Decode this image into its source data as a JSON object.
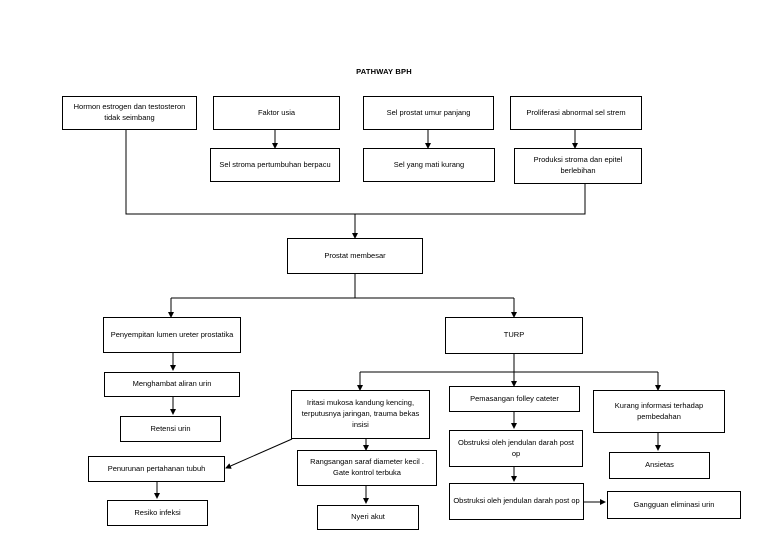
{
  "title": "PATHWAY BPH",
  "nodes": {
    "hormon": "Hormon estrogen dan testosteron tidak seimbang",
    "faktor_usia": "Faktor usia",
    "sel_prostat": "Sel prostat umur panjang",
    "proliferasi": "Proliferasi abnormal sel strem",
    "sel_stroma": "Sel stroma pertumbuhan berpacu",
    "sel_mati": "Sel yang mati kurang",
    "produksi_stroma": "Produksi stroma dan epitel berlebihan",
    "prostat_membesar": "Prostat membesar",
    "penyempitan": "Penyempitan lumen ureter prostatika",
    "turp": "TURP",
    "menghambat": "Menghambat aliran urin",
    "retensi": "Retensi urin",
    "iritasi": "Iritasi mukosa kandung kencing, terputusnya jaringan, trauma bekas insisi",
    "pemasangan": "Pemasangan folley cateter",
    "kurang_informasi": "Kurang informasi terhadap pembedahan",
    "obstruksi_1": "Obstruksi oleh jendulan darah post op",
    "penurunan": "Penurunan pertahanan tubuh",
    "rangsangan": "Rangsangan saraf diameter kecil . Gate kontrol terbuka",
    "ansietas": "Ansietas",
    "obstruksi_2": "Obstruksi oleh jendulan darah post op",
    "gangguan": "Gangguan eliminasi urin",
    "resiko": "Resiko infeksi",
    "nyeri": "Nyeri akut"
  }
}
